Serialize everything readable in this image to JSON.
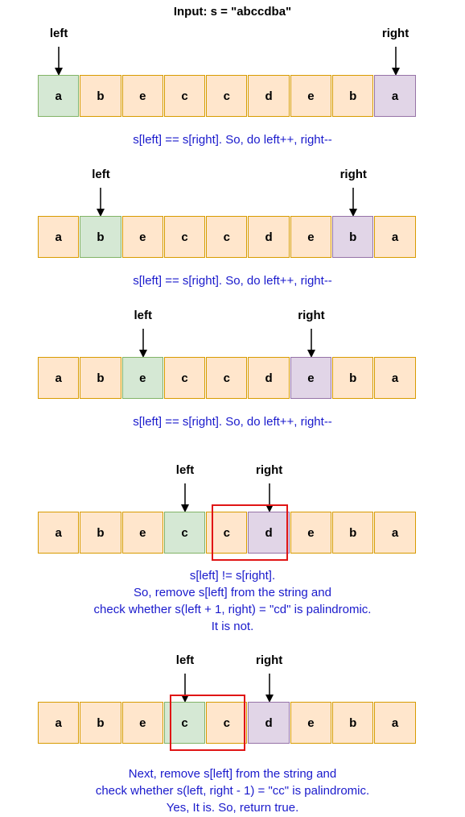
{
  "title": "Input: s = \"abccdba\"",
  "labels": {
    "left": "left",
    "right": "right"
  },
  "steps": [
    {
      "cells": [
        "a",
        "b",
        "e",
        "c",
        "c",
        "d",
        "e",
        "b",
        "a"
      ],
      "left_index": 0,
      "right_index": 8,
      "highlight": null,
      "caption": [
        "s[left] == s[right]. So, do left++, right--"
      ]
    },
    {
      "cells": [
        "a",
        "b",
        "e",
        "c",
        "c",
        "d",
        "e",
        "b",
        "a"
      ],
      "left_index": 1,
      "right_index": 7,
      "highlight": null,
      "caption": [
        "s[left] == s[right]. So, do left++, right--"
      ]
    },
    {
      "cells": [
        "a",
        "b",
        "e",
        "c",
        "c",
        "d",
        "e",
        "b",
        "a"
      ],
      "left_index": 2,
      "right_index": 6,
      "highlight": null,
      "caption": [
        "s[left] == s[right]. So, do left++, right--"
      ]
    },
    {
      "cells": [
        "a",
        "b",
        "e",
        "c",
        "c",
        "d",
        "e",
        "b",
        "a"
      ],
      "left_index": 3,
      "right_index": 5,
      "highlight": [
        4,
        5
      ],
      "caption": [
        "s[left] != s[right].",
        "So, remove s[left] from the string and",
        "check whether s(left + 1, right) = \"cd\" is palindromic.",
        "It is not."
      ]
    },
    {
      "cells": [
        "a",
        "b",
        "e",
        "c",
        "c",
        "d",
        "e",
        "b",
        "a"
      ],
      "left_index": 3,
      "right_index": 5,
      "highlight": [
        3,
        4
      ],
      "caption": [
        "Next, remove s[left] from the string and",
        "check whether s(left, right - 1) = \"cc\" is palindromic.",
        "Yes, It is. So, return true."
      ]
    }
  ]
}
